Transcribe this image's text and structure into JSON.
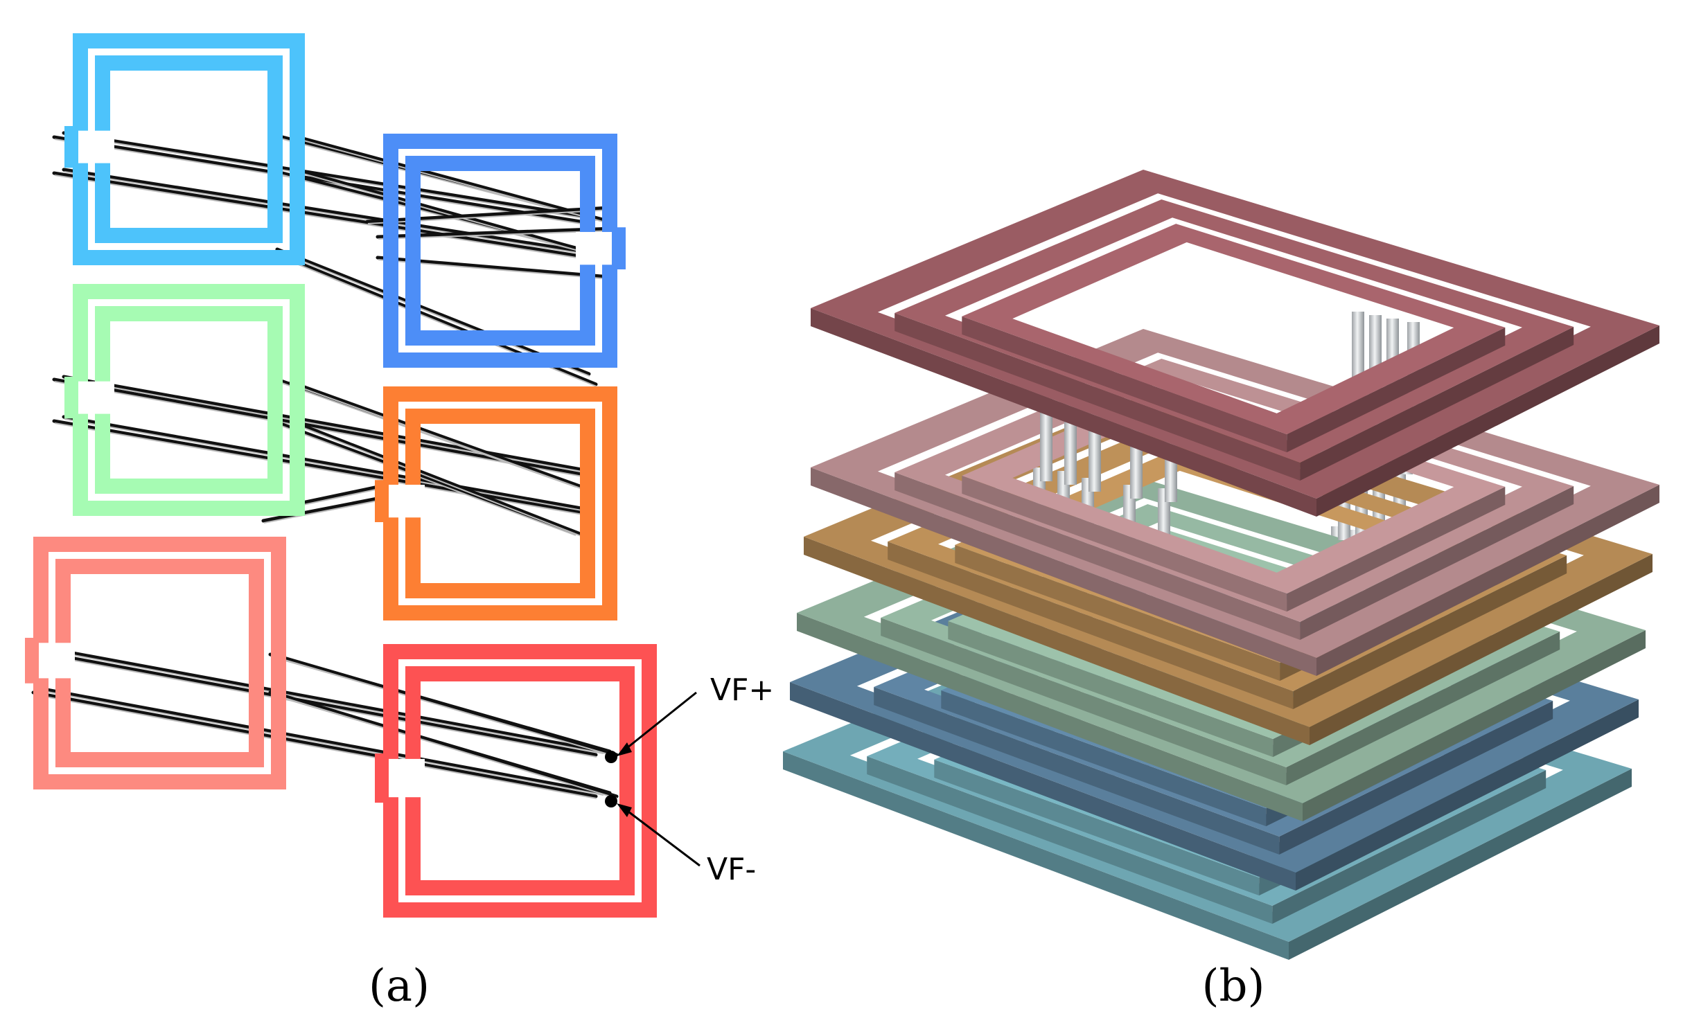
{
  "panels": [
    {
      "id": "a",
      "caption": "(a)"
    },
    {
      "id": "b",
      "caption": "(b)"
    }
  ],
  "annotations": {
    "vf_plus": "VF+",
    "vf_minus": "VF-"
  },
  "colors": {
    "panel_a": {
      "coil_1": "#4dc3fb",
      "coil_2": "#4d8ef7",
      "coil_3": "#a6fbb3",
      "coil_4": "#fd7f33",
      "coil_5": "#fd8a80",
      "coil_6": "#fd5253",
      "vias": "#111111"
    },
    "panel_b": {
      "layer_1": "#9a5c63",
      "layer_2": "#b48a8d",
      "layer_3": "#b58a55",
      "layer_4": "#8fb09b",
      "layer_5": "#5a7f9c",
      "layer_6": "#6ea6b2",
      "vias": "#d5d8da"
    }
  }
}
